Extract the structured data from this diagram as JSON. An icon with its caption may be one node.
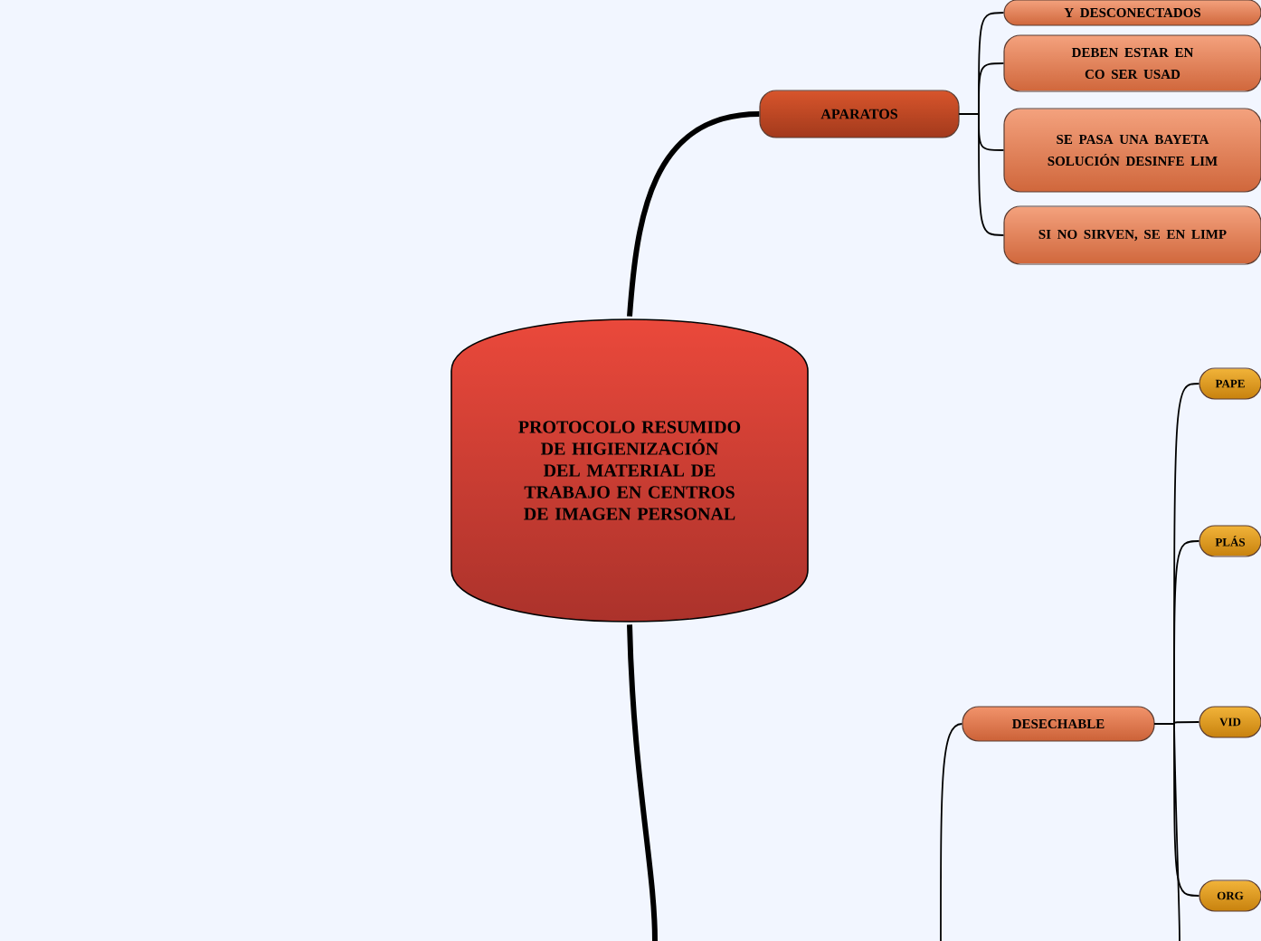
{
  "diagram": {
    "nodes": [
      {
        "text": [
          "PROTOCOLO RESUMIDO DE HIGIENIZACIÓN DEL MATERIAL DE TRABAJO EN CENTROS DE IMAGEN PERSONAL"
        ]
      },
      {
        "text": [
          "APARATOS"
        ]
      },
      {
        "text": [
          "Y DESCONECTADOS"
        ]
      },
      {
        "text": [
          "DEBEN ESTAR EN CO SER USAD"
        ]
      },
      {
        "text": [
          "SE PASA UNA BAYETA SOLUCIÓN DESINFE LIM"
        ]
      },
      {
        "text": [
          "SI NO SIRVEN, SE EN LIMP"
        ]
      },
      {
        "text": [
          "DESECHABLE"
        ]
      },
      {
        "text": [
          "PAPE"
        ]
      },
      {
        "text": [
          "PLÁS"
        ]
      },
      {
        "text": [
          "VID"
        ]
      },
      {
        "text": [
          "ORG"
        ]
      }
    ],
    "edges": [
      {
        "from": 0,
        "to": 1,
        "arrow": "none",
        "style": "thick"
      },
      {
        "from": 1,
        "to": 2,
        "arrow": "none"
      },
      {
        "from": 1,
        "to": 3,
        "arrow": "none"
      },
      {
        "from": 1,
        "to": 4,
        "arrow": "none"
      },
      {
        "from": 1,
        "to": 5,
        "arrow": "none"
      },
      {
        "from": 0,
        "to": null,
        "arrow": "none",
        "style": "thick"
      },
      {
        "from": null,
        "to": 6,
        "arrow": "none"
      },
      {
        "from": 6,
        "to": 7,
        "arrow": "none"
      },
      {
        "from": 6,
        "to": 8,
        "arrow": "none"
      },
      {
        "from": 6,
        "to": 9,
        "arrow": "none"
      },
      {
        "from": 6,
        "to": 10,
        "arrow": "none"
      },
      {
        "from": 6,
        "to": null,
        "arrow": "none"
      }
    ]
  }
}
